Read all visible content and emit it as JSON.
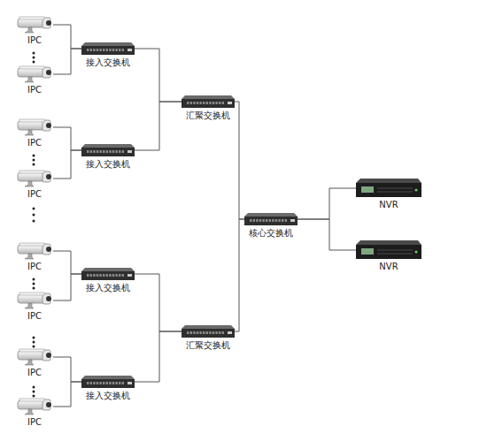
{
  "diagram": {
    "nodes": [
      {
        "text": [
          "IPC"
        ]
      },
      {
        "text": [
          "IPC"
        ]
      },
      {
        "text": [
          "IPC"
        ]
      },
      {
        "text": [
          "IPC"
        ]
      },
      {
        "text": [
          "IPC"
        ]
      },
      {
        "text": [
          "IPC"
        ]
      },
      {
        "text": [
          "IPC"
        ]
      },
      {
        "text": [
          "IPC"
        ]
      },
      {
        "text": [
          "接入交换机"
        ]
      },
      {
        "text": [
          "接入交换机"
        ]
      },
      {
        "text": [
          "接入交换机"
        ]
      },
      {
        "text": [
          "接入交换机"
        ]
      },
      {
        "text": [
          "汇聚交换机"
        ]
      },
      {
        "text": [
          "汇聚交换机"
        ]
      },
      {
        "text": [
          "核心交换机"
        ]
      },
      {
        "text": [
          "NVR"
        ]
      },
      {
        "text": [
          "NVR"
        ]
      }
    ],
    "edges": [
      {
        "from": 0,
        "to": 8,
        "arrow": "none"
      },
      {
        "from": 1,
        "to": 8,
        "arrow": "none"
      },
      {
        "from": 2,
        "to": 9,
        "arrow": "none"
      },
      {
        "from": 3,
        "to": 9,
        "arrow": "none"
      },
      {
        "from": 4,
        "to": 10,
        "arrow": "none"
      },
      {
        "from": 5,
        "to": 10,
        "arrow": "none"
      },
      {
        "from": 6,
        "to": 11,
        "arrow": "none"
      },
      {
        "from": 7,
        "to": 11,
        "arrow": "none"
      },
      {
        "from": 8,
        "to": 12,
        "arrow": "none"
      },
      {
        "from": 9,
        "to": 12,
        "arrow": "none"
      },
      {
        "from": 10,
        "to": 13,
        "arrow": "none"
      },
      {
        "from": 11,
        "to": 13,
        "arrow": "none"
      },
      {
        "from": 12,
        "to": 14,
        "arrow": "none"
      },
      {
        "from": 13,
        "to": 14,
        "arrow": "none"
      },
      {
        "from": 14,
        "to": 15,
        "arrow": "none"
      },
      {
        "from": 14,
        "to": 16,
        "arrow": "none"
      }
    ]
  }
}
